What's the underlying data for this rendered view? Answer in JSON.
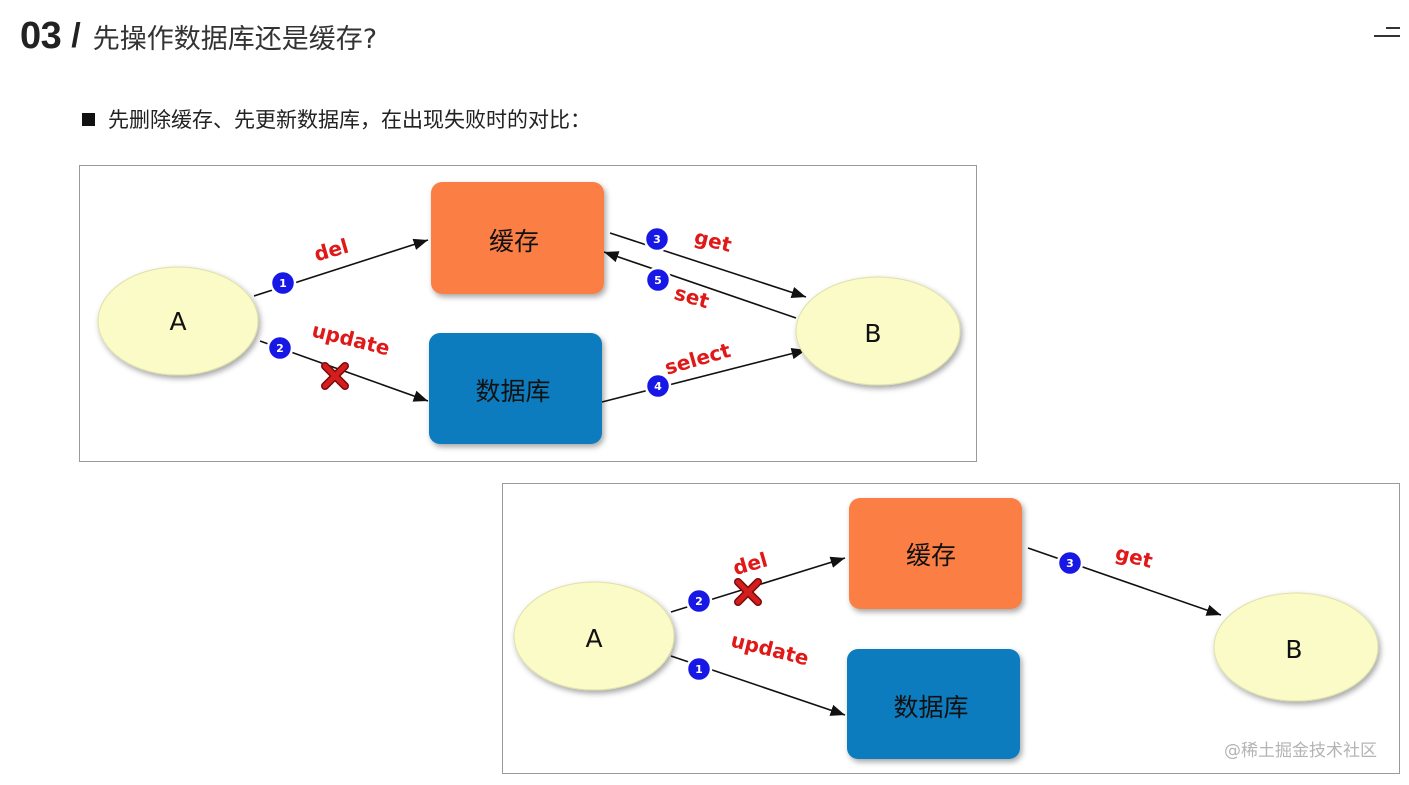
{
  "header": {
    "section_number": "03",
    "slash": "/",
    "title": "先操作数据库还是缓存?"
  },
  "bullet": {
    "text": "先删除缓存、先更新数据库，在出现失败时的对比："
  },
  "diagram1": {
    "node_a": "A",
    "node_b": "B",
    "cache": "缓存",
    "database": "数据库",
    "steps": {
      "s1": {
        "num": "1",
        "label": "del"
      },
      "s2": {
        "num": "2",
        "label": "update"
      },
      "s3": {
        "num": "3",
        "label": "get"
      },
      "s4": {
        "num": "4",
        "label": "select"
      },
      "s5": {
        "num": "5",
        "label": "set"
      }
    },
    "failed_step": "2"
  },
  "diagram2": {
    "node_a": "A",
    "node_b": "B",
    "cache": "缓存",
    "database": "数据库",
    "steps": {
      "s1": {
        "num": "1",
        "label": "update"
      },
      "s2": {
        "num": "2",
        "label": "del"
      },
      "s3": {
        "num": "3",
        "label": "get"
      }
    },
    "failed_step": "2"
  },
  "watermark": "@稀土掘金技术社区",
  "colors": {
    "cache_fill": "#fb7f44",
    "database_fill": "#0a7bbf",
    "ellipse_fill": "#fbfbc8",
    "step_circle": "#1818e6",
    "label_red": "#e01818"
  },
  "icons": {
    "menu": "menu-icon",
    "fail_mark": "red-x-icon"
  }
}
